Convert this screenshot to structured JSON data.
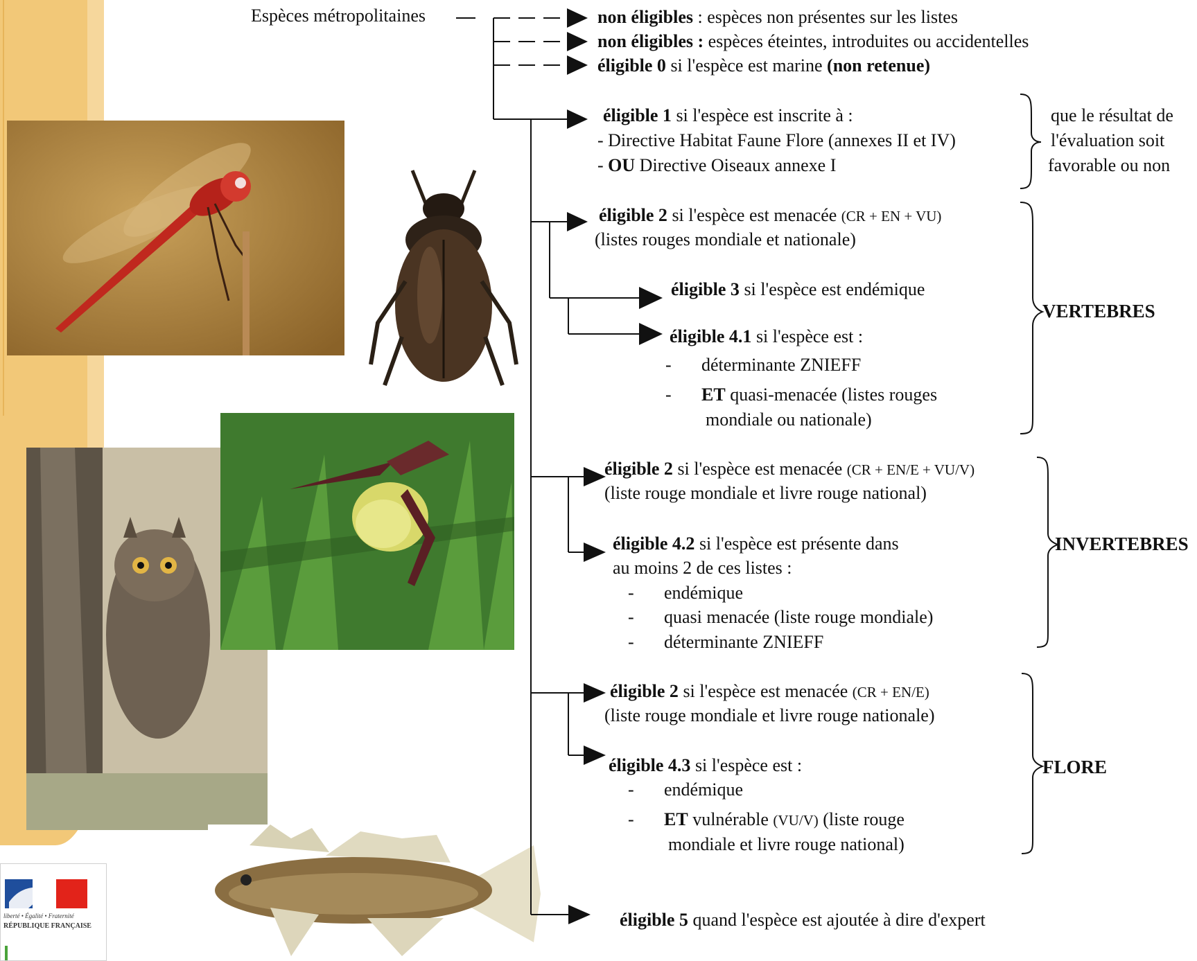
{
  "root": {
    "label": "Espèces métropolitaines"
  },
  "top_rows": [
    {
      "bold": "non éligibles",
      "text": " : espèces non présentes sur les listes"
    },
    {
      "bold": "non éligibles :",
      "text": " espèces éteintes, introduites ou accidentelles"
    },
    {
      "bold": "éligible 0",
      "text": " si l'espèce est marine ",
      "bold2": "(non retenue)"
    }
  ],
  "eligible1": {
    "bold": "éligible 1",
    "text": " si l'espèce est inscrite à :",
    "line2": "- Directive Habitat Faune Flore (annexes II et IV)",
    "line3_prefix": "- ",
    "line3_bold": "OU",
    "line3_text": " Directive Oiseaux annexe I",
    "note": [
      "que le résultat de",
      "l'évaluation soit",
      "favorable ou non"
    ]
  },
  "vertebres": {
    "group_label": "VERTEBRES",
    "e2_bold": "éligible 2",
    "e2_text": " si l'espèce est menacée ",
    "e2_small": "(CR + EN + VU)",
    "e2_line2": "(listes rouges mondiale et nationale)",
    "e3_bold": "éligible 3",
    "e3_text": " si l'espèce est endémique",
    "e41_bold": "éligible 4.1",
    "e41_text": " si l'espèce est :",
    "e41_item1": "déterminante ZNIEFF",
    "e41_item2_bold": "ET",
    "e41_item2_text": " quasi-menacée (listes rouges",
    "e41_item2_line2": "mondiale ou nationale)"
  },
  "invertebres": {
    "group_label": "INVERTEBRES",
    "e2_bold": "éligible 2",
    "e2_text": " si l'espèce est menacée ",
    "e2_small": "(CR + EN/E + VU/V)",
    "e2_line2": "(liste rouge mondiale et livre rouge national)",
    "e42_bold": "éligible 4.2",
    "e42_text": " si l'espèce est présente dans",
    "e42_line2": "au moins 2 de ces listes :",
    "items": [
      "endémique",
      "quasi menacée (liste rouge mondiale)",
      "déterminante ZNIEFF"
    ]
  },
  "flore": {
    "group_label": "FLORE",
    "e2_bold": "éligible 2",
    "e2_text": " si l'espèce est menacée ",
    "e2_small": "(CR + EN/E)",
    "e2_line2": "(liste rouge mondiale et livre rouge nationale)",
    "e43_bold": "éligible 4.3",
    "e43_text": " si l'espèce est :",
    "item1": "endémique",
    "item2_bold": "ET",
    "item2_text": " vulnérable ",
    "item2_small": "(VU/V)",
    "item2_text2": " (liste rouge",
    "item2_line2": "mondiale et livre rouge national)"
  },
  "eligible5": {
    "bold": "éligible 5",
    "text": " quand l'espèce est ajoutée à dire d'expert"
  },
  "dash": "-",
  "logo": {
    "motto": "liberté • Égalité • Fraternité",
    "name": "RÉPUBLIQUE FRANÇAISE"
  },
  "colors": {
    "band": "#f2c878",
    "text": "#111111",
    "flag_blue": "#1f4e9c",
    "flag_red": "#e2231a"
  }
}
